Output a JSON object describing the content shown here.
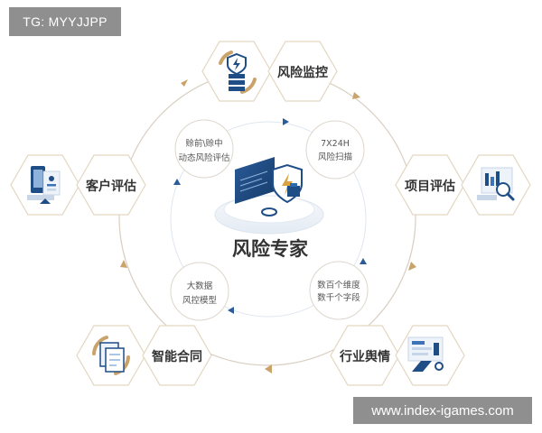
{
  "tag": "TG: MYYJJPP",
  "watermark": "www.index-igames.com",
  "center": {
    "title": "风险专家"
  },
  "outer_nodes": {
    "monitor": "风险监控",
    "project": "项目评估",
    "industry": "行业舆情",
    "contract": "智能合同",
    "customer": "客户评估"
  },
  "inner_nodes": {
    "eval": {
      "line1": "赊前\\赊中",
      "line2": "动态风险评估"
    },
    "scan": {
      "line1": "7X24H",
      "line2": "风险扫描"
    },
    "fields": {
      "line1": "数百个维度",
      "line2": "数千个字段"
    },
    "model": {
      "line1": "大数据",
      "line2": "风控模型"
    }
  },
  "colors": {
    "navy": "#1f4d86",
    "gold": "#c9a36a",
    "hex_border": "#e3d6c2",
    "ring": "#d9cfc2",
    "text": "#333333",
    "inner_text": "#555555"
  }
}
